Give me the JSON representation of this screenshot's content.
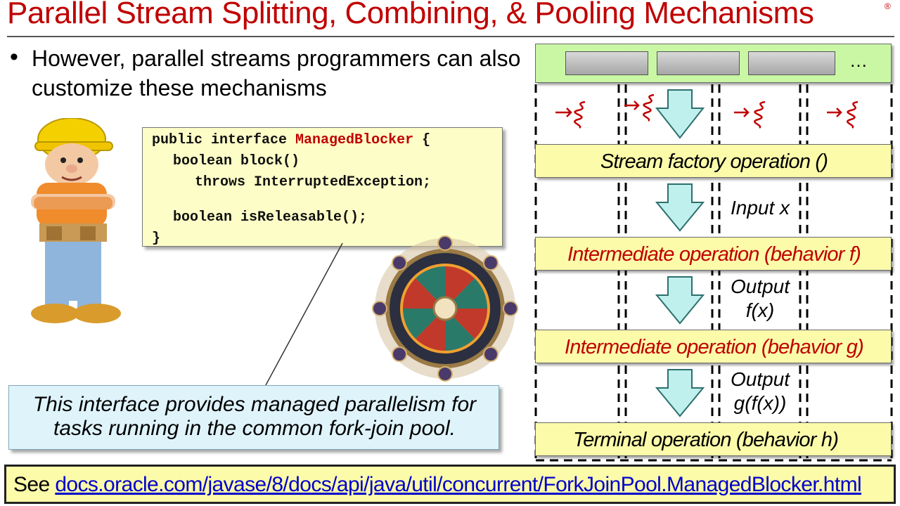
{
  "slide": {
    "title": "Parallel Stream Splitting, Combining, & Pooling Mechanisms"
  },
  "bullet": {
    "symbol": "•",
    "text": "However, parallel streams programmers can also customize these mechanisms"
  },
  "code": {
    "line1_prefix": "public interface ",
    "line1_name": "ManagedBlocker",
    "line1_suffix": " {",
    "line2": "boolean block()",
    "line3": "throws InterruptedException;",
    "line4": "boolean isReleasable();",
    "line5": "}"
  },
  "callout": {
    "text": "This interface provides managed parallelism for tasks running in the common fork-join pool."
  },
  "diagram": {
    "ellipsis": "…",
    "stage1": "Stream factory operation ()",
    "label1": "Input x",
    "stage2": "Intermediate operation (behavior f)",
    "label2_line1": "Output",
    "label2_line2": "f(x)",
    "stage3": "Intermediate operation (behavior g)",
    "label3_line1": "Output",
    "label3_line2": "g(f(x))",
    "stage4": "Terminal operation (behavior h)",
    "colors": {
      "bar_green": "#c9f7a4",
      "op_yellow": "#fbfbaa",
      "arrow_cyan": "#bff0ee",
      "accent_red": "#c00000"
    }
  },
  "footer": {
    "prefix": "See ",
    "link": "docs.oracle.com/javase/8/docs/api/java/util/concurrent/ForkJoinPool.ManagedBlocker.html"
  },
  "icons": {
    "builder": "builder-character-illustration",
    "mandala": "wheel-mandala-illustration",
    "squiggle": "thread-squiggle-icon",
    "down_arrow": "down-arrow-icon"
  }
}
